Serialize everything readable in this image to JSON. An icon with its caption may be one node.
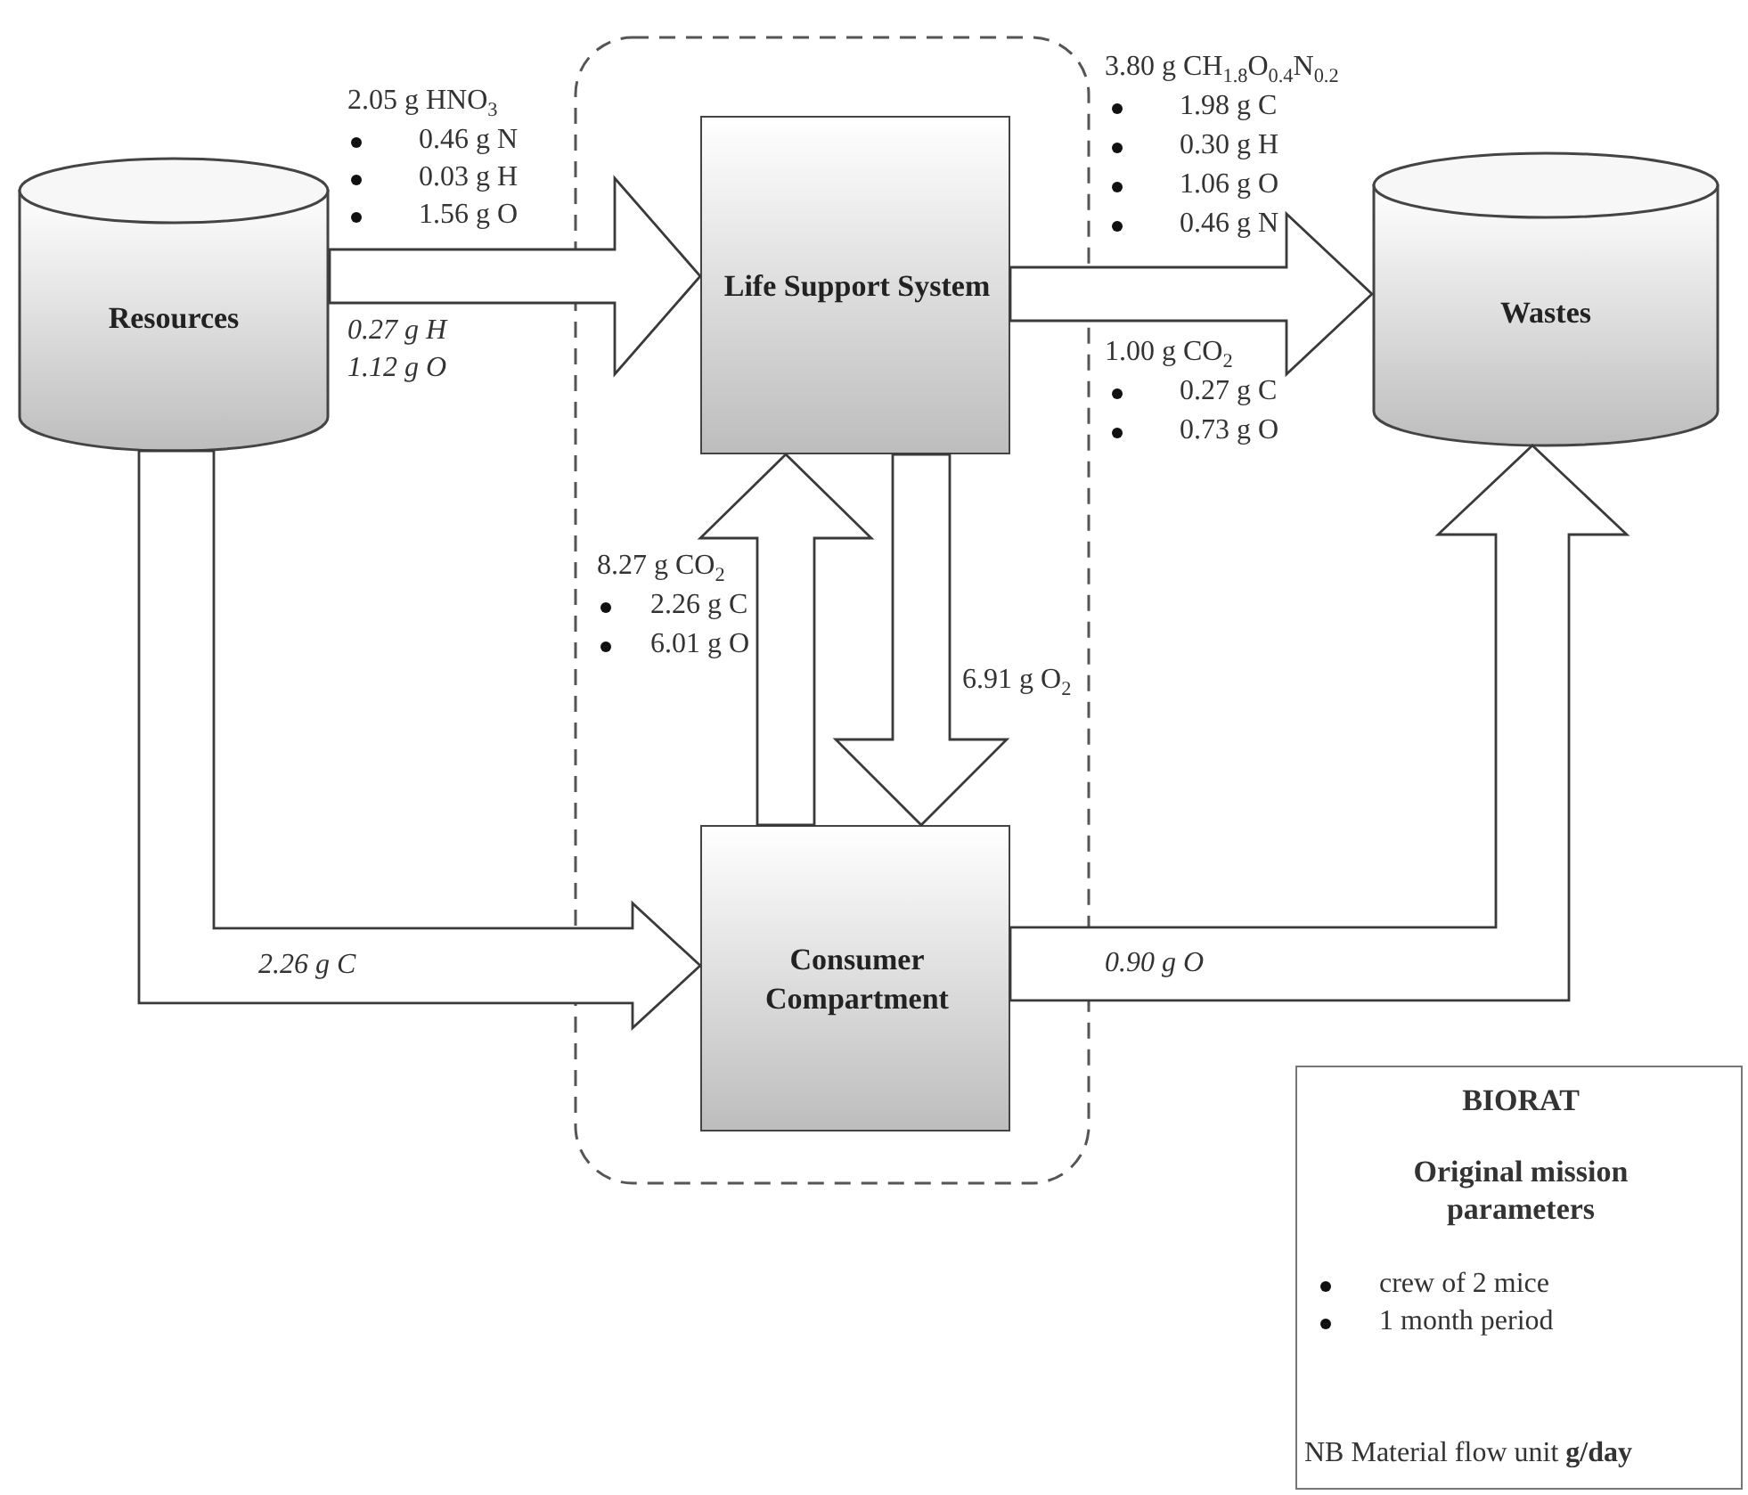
{
  "diagram": {
    "nodes": [
      {
        "text": [
          "Resources"
        ]
      },
      {
        "text": [],
        "shape": "box"
      },
      {
        "text": [
          "Life Support System"
        ],
        "in": 1
      },
      {
        "text": [
          "Wastes"
        ]
      },
      {
        "text": [
          "Consumer Compartment"
        ],
        "in": 1
      },
      {
        "text": [
          "BIORAT",
          "Original mission parameters",
          "crew of 2 mice",
          "1 month period",
          "NB Material flow unit **g/day**"
        ]
      }
    ],
    "edges": [
      {
        "from": 0,
        "to": 2,
        "arrow": "to"
      },
      {
        "from": 2,
        "to": 3,
        "arrow": "to"
      },
      {
        "from": 4,
        "to": 2,
        "arrow": "to"
      },
      {
        "from": 2,
        "to": 4,
        "arrow": "to"
      },
      {
        "from": 0,
        "to": 4,
        "arrow": "to"
      },
      {
        "from": 4,
        "to": 3,
        "arrow": "to"
      }
    ],
    "labels": [
      "2.05 g HNO$_{3}$",
      "0.46 g N",
      "0.03 g H",
      "1.56 g O",
      "0.27 g H",
      "1.12 g O",
      "3.80 g CH$_{1.8}$O$_{0.4}$N$_{0.2}$",
      "1.98 g C",
      "0.30 g H",
      "1.06 g O",
      "0.46 g N",
      "1.00 g CO$_{2}$",
      "0.27 g C",
      "0.73 g O",
      "8.27 g CO$_{2}$",
      "2.26 g C",
      "6.01 g O",
      "6.91 g O$_{2}$",
      "2.26 g C",
      "0.90 g O"
    ]
  }
}
